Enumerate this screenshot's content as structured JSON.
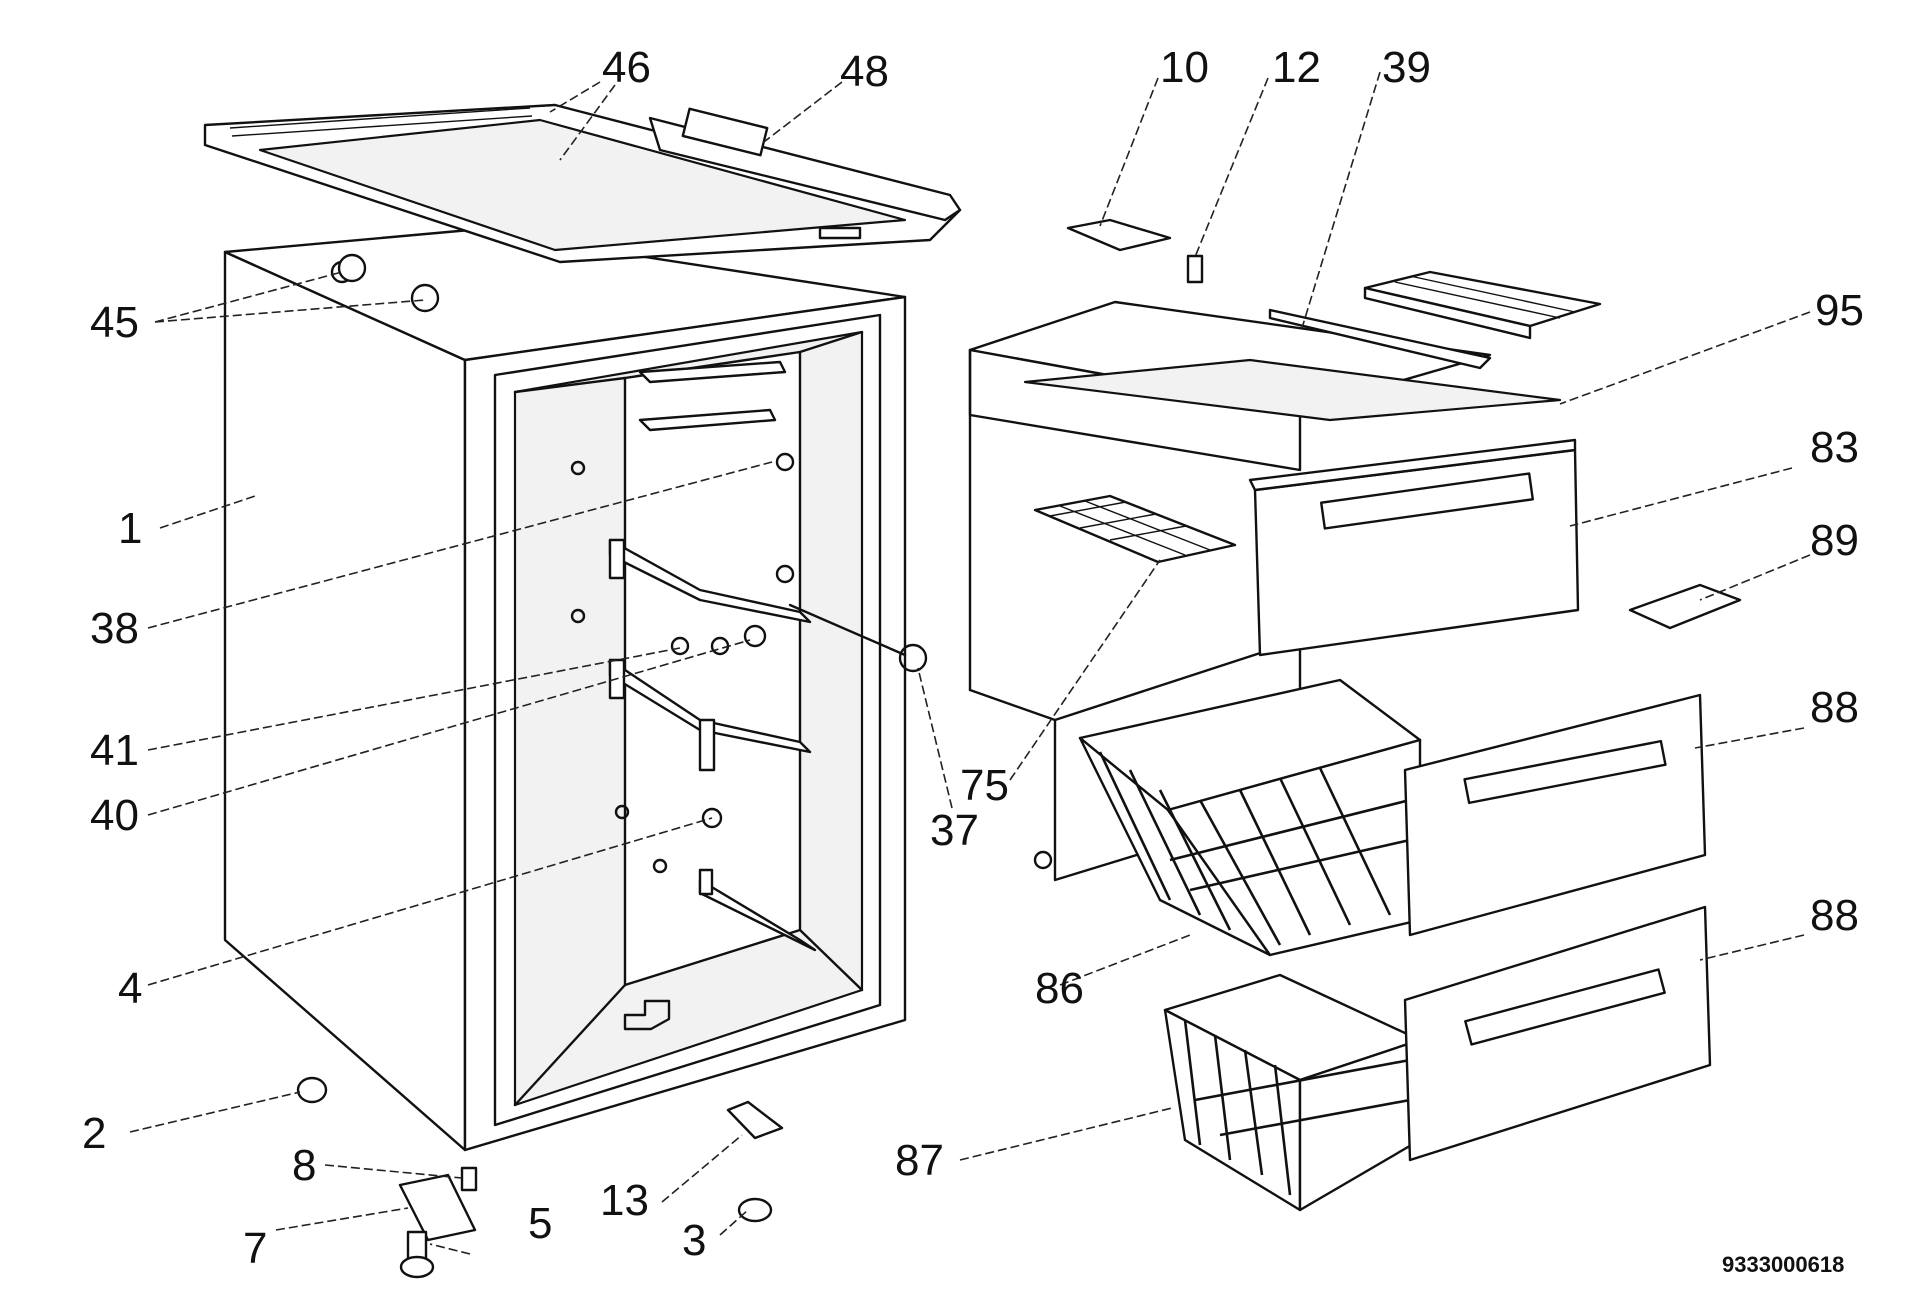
{
  "diagram": {
    "callouts": {
      "c1": "1",
      "c2": "2",
      "c3": "3",
      "c4": "4",
      "c5": "5",
      "c7": "7",
      "c8": "8",
      "c10": "10",
      "c12": "12",
      "c13": "13",
      "c37": "37",
      "c38": "38",
      "c39": "39",
      "c40": "40",
      "c41": "41",
      "c45": "45",
      "c46": "46",
      "c48": "48",
      "c75": "75",
      "c83": "83",
      "c86": "86",
      "c87": "87",
      "c88a": "88",
      "c88b": "88",
      "c89": "89",
      "c95": "95"
    },
    "drawing_code": "9333000618"
  }
}
